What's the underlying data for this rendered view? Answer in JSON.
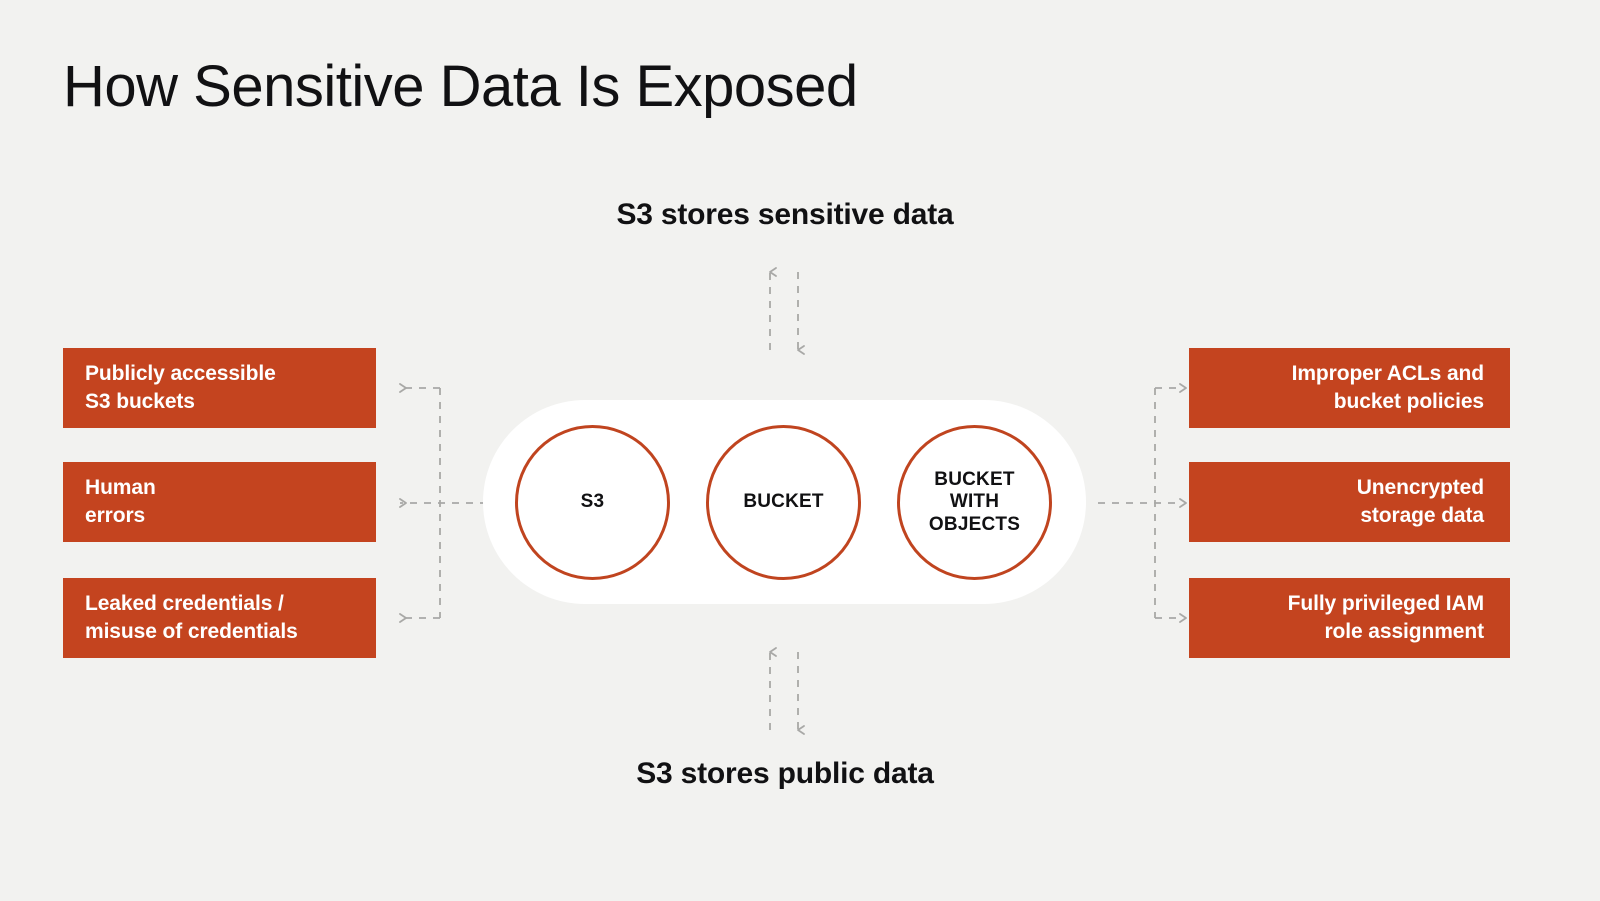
{
  "page": {
    "title": "How Sensitive Data Is Exposed",
    "background_color": "#f2f2f0",
    "accent_color": "#c4441f",
    "circle_stroke_color": "#c0441f",
    "connector_color": "#a8a8a6",
    "text_color": "#111113",
    "box_text_color": "#ffffff"
  },
  "captions": {
    "top": "S3 stores sensitive data",
    "bottom": "S3 stores public data"
  },
  "center": {
    "circles": [
      {
        "name": "s3",
        "lines": [
          "S3"
        ]
      },
      {
        "name": "bucket",
        "lines": [
          "BUCKET"
        ]
      },
      {
        "name": "bucket-with-objects",
        "lines": [
          "BUCKET",
          "WITH",
          "OBJECTS"
        ]
      }
    ]
  },
  "left_boxes": [
    {
      "name": "publicly-accessible-s3-buckets",
      "lines": [
        "Publicly accessible",
        "S3 buckets"
      ]
    },
    {
      "name": "human-errors",
      "lines": [
        "Human",
        "errors"
      ]
    },
    {
      "name": "leaked-credentials",
      "lines": [
        "Leaked credentials /",
        "misuse of credentials"
      ]
    }
  ],
  "right_boxes": [
    {
      "name": "improper-acls-and-bucket-policies",
      "lines": [
        "Improper ACLs and",
        "bucket policies"
      ]
    },
    {
      "name": "unencrypted-storage-data",
      "lines": [
        "Unencrypted",
        "storage data"
      ]
    },
    {
      "name": "fully-privileged-iam-role-assignment",
      "lines": [
        "Fully privileged IAM",
        "role assignment"
      ]
    }
  ]
}
